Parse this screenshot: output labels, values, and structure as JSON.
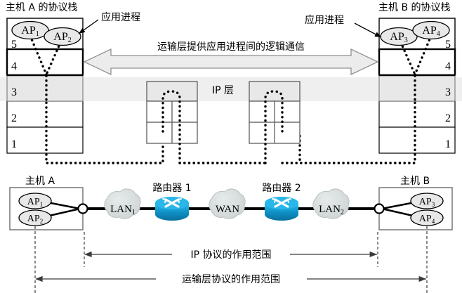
{
  "figure": {
    "title_left": "主机 A 的协议栈",
    "title_right": "主机 B 的协议栈",
    "app_process_label_left": "应用进程",
    "app_process_label_right": "应用进程",
    "arrow_caption": "运输层提供应用进程间的逻辑通信",
    "ip_layer_label": "IP 层"
  },
  "stack_left": {
    "name": "主机 A 的协议栈",
    "layers": [
      {
        "number": "5",
        "highlight": false,
        "bold": false
      },
      {
        "number": "4",
        "highlight": false,
        "bold": true
      },
      {
        "number": "3",
        "highlight": true,
        "bold": false
      },
      {
        "number": "2",
        "highlight": false,
        "bold": false
      },
      {
        "number": "1",
        "highlight": false,
        "bold": false
      }
    ],
    "processes": [
      {
        "label": "AP",
        "sub": "1"
      },
      {
        "label": "AP",
        "sub": "2"
      }
    ]
  },
  "stack_right": {
    "name": "主机 B 的协议栈",
    "layers": [
      {
        "number": "5",
        "highlight": false,
        "bold": false
      },
      {
        "number": "4",
        "highlight": false,
        "bold": true
      },
      {
        "number": "3",
        "highlight": true,
        "bold": false
      },
      {
        "number": "2",
        "highlight": false,
        "bold": false
      },
      {
        "number": "1",
        "highlight": false,
        "bold": false
      }
    ],
    "processes": [
      {
        "label": "AP",
        "sub": "3"
      },
      {
        "label": "AP",
        "sub": "4"
      }
    ]
  },
  "routers_upper": [
    {
      "name": "router-stack-1",
      "rows": 3
    },
    {
      "name": "router-stack-2",
      "rows": 3
    }
  ],
  "network": {
    "host_a_label": "主机 A",
    "host_b_label": "主机 B",
    "host_a_processes": [
      {
        "label": "AP",
        "sub": "1"
      },
      {
        "label": "AP",
        "sub": "2"
      }
    ],
    "host_b_processes": [
      {
        "label": "AP",
        "sub": "3"
      },
      {
        "label": "AP",
        "sub": "4"
      }
    ],
    "clouds": [
      {
        "label": "LAN",
        "sub": "1"
      },
      {
        "label": "WAN",
        "sub": ""
      },
      {
        "label": "LAN",
        "sub": "2"
      }
    ],
    "routers": [
      {
        "label": "路由器 1"
      },
      {
        "label": "路由器 2"
      }
    ]
  },
  "scope_labels": {
    "ip_scope": "IP 协议的作用范围",
    "transport_scope": "运输层协议的作用范围"
  },
  "colors": {
    "layer_highlight": "#e8e8e8",
    "arrow_fill": "#ececec",
    "arrow_stroke": "#808080",
    "oval_fill": "#e8e8e8",
    "cloud_fill": "#d9dede",
    "router_top": "#29b6e8",
    "router_body": "#0f7fb5",
    "line": "#000000"
  }
}
